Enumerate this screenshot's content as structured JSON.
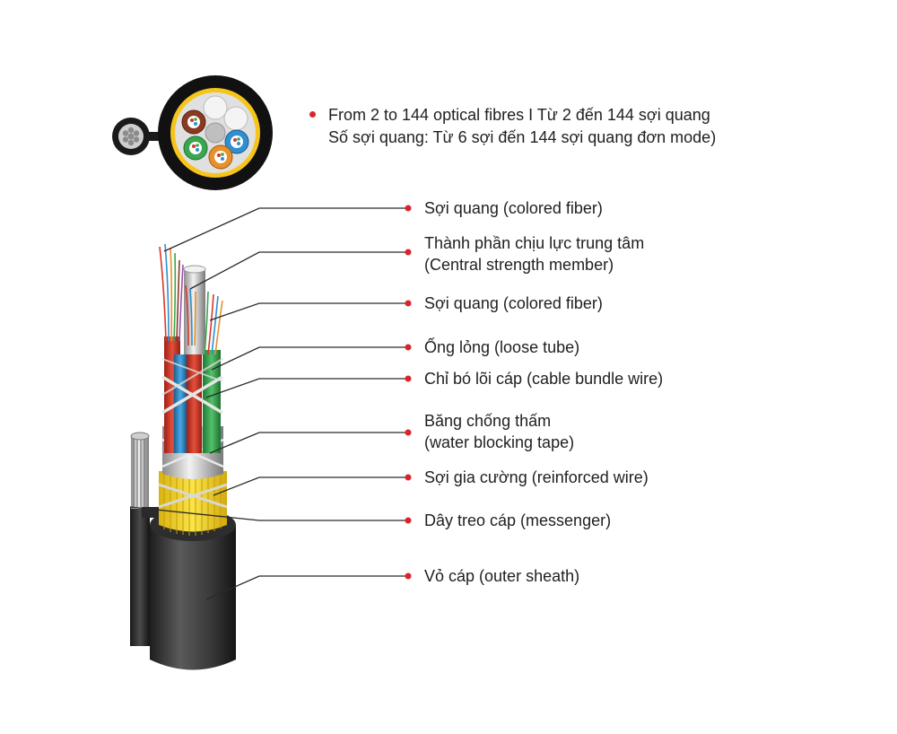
{
  "top_note": {
    "line1": "From 2 to 144 optical fibres  I Từ 2 đến 144 sợi quang",
    "line2": "Số sợi quang: Từ 6 sợi đến 144 sợi quang đơn mode)"
  },
  "labels": [
    {
      "line1": "Sợi quang (colored fiber)",
      "line2": ""
    },
    {
      "line1": "Thành phần chịu lực trung tâm",
      "line2": "(Central strength member)"
    },
    {
      "line1": "Sợi quang (colored fiber)",
      "line2": ""
    },
    {
      "line1": "Ống lỏng (loose tube)",
      "line2": ""
    },
    {
      "line1": "Chỉ bó lõi cáp (cable bundle wire)",
      "line2": ""
    },
    {
      "line1": "Băng chống thấm",
      "line2": "(water blocking tape)"
    },
    {
      "line1": "Sợi gia cường (reinforced wire)",
      "line2": ""
    },
    {
      "line1": "Dây treo cáp (messenger)",
      "line2": ""
    },
    {
      "line1": "Vỏ cáp (outer sheath)",
      "line2": ""
    }
  ],
  "colors": {
    "leader_dot": "#d9252a",
    "leader_line": "#2a2a2a",
    "sheath": "#3a3a3a",
    "reinforced_wire": "#f3d21c",
    "tube_red": "#d63a2a",
    "tube_blue": "#2f8fd0",
    "tube_green": "#3aa650",
    "tube_orange": "#e8902a",
    "tube_brown": "#8a3a22"
  }
}
